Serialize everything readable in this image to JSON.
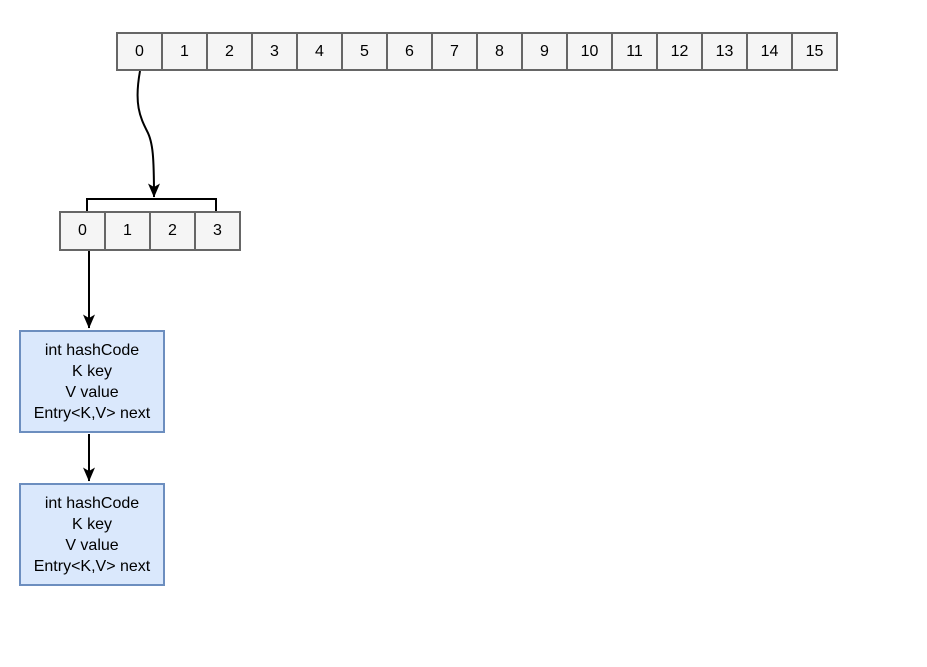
{
  "colors": {
    "canvas_bg": "#ffffff",
    "cell_fill": "#f5f5f5",
    "cell_border": "#666666",
    "cell_text": "#000000",
    "entry_fill": "#dae8fc",
    "entry_border": "#6c8ebf",
    "entry_text": "#000000",
    "arrow": "#000000"
  },
  "main_array": {
    "cells": [
      "0",
      "1",
      "2",
      "3",
      "4",
      "5",
      "6",
      "7",
      "8",
      "9",
      "10",
      "11",
      "12",
      "13",
      "14",
      "15"
    ]
  },
  "bucket_array": {
    "cells": [
      "0",
      "1",
      "2",
      "3"
    ]
  },
  "entry_nodes": [
    {
      "lines": [
        "int hashCode",
        "K key",
        "V value",
        "Entry<K,V> next"
      ]
    },
    {
      "lines": [
        "int hashCode",
        "K key",
        "V value",
        "Entry<K,V> next"
      ]
    }
  ],
  "arrows": [
    "main-array-cell0-to-bucket-array",
    "bucket-array-cell0-to-entry-node-1",
    "entry-node-1-to-entry-node-2"
  ]
}
